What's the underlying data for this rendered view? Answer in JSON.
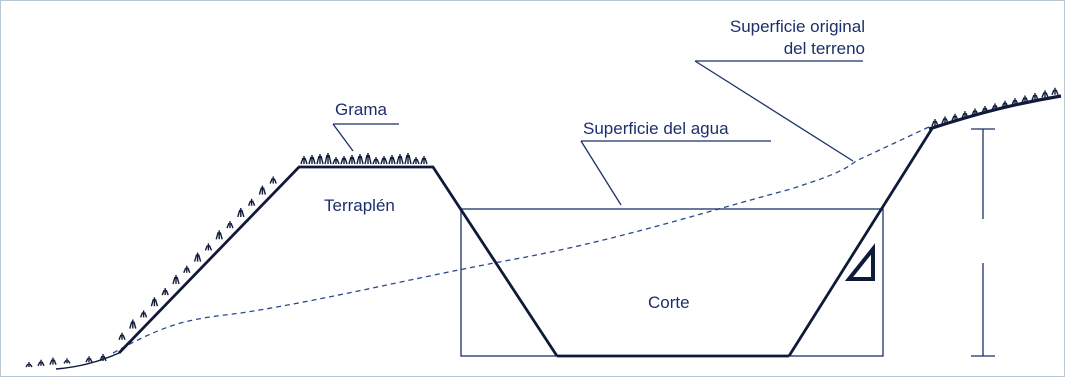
{
  "labels": {
    "grama": "Grama",
    "superficie_agua": "Superficie del agua",
    "superficie_original_1": "Superficie original",
    "superficie_original_2": "del terreno",
    "terraplen": "Terraplén",
    "corte": "Corte"
  },
  "colors": {
    "ink": "#1b2f6b",
    "grass": "#0f1a3a",
    "frame": "#b9c6d3"
  }
}
